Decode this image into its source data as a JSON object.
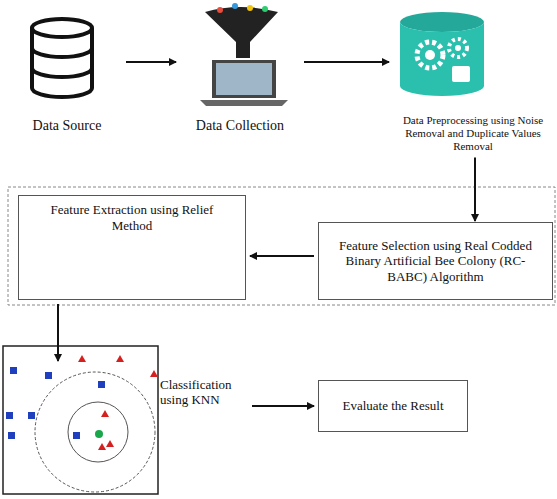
{
  "diagram": {
    "nodes": [
      {
        "text": [
          "Data Source"
        ]
      },
      {
        "text": [
          "Data Collection"
        ]
      },
      {
        "text": [
          "Data Preprocessing using Noise Removal and Duplicate Values Removal"
        ]
      },
      {
        "text": [
          "Feature Selection using Real Codded Binary Artificial Bee Colony (RC-BABC) Algorithm"
        ]
      },
      {
        "text": [
          "Feature Extraction using Relief Method"
        ]
      },
      {
        "text": [
          "Classification using KNN"
        ]
      },
      {
        "text": [
          "Evaluate the Result"
        ]
      }
    ],
    "edges": [
      {
        "from": 0,
        "to": 1,
        "arrow": "to"
      },
      {
        "from": 1,
        "to": 2,
        "arrow": "to"
      },
      {
        "from": 2,
        "to": 3,
        "arrow": "to"
      },
      {
        "from": 3,
        "to": 4,
        "arrow": "to"
      },
      {
        "from": 4,
        "to": 5,
        "arrow": "to"
      },
      {
        "from": 5,
        "to": 6,
        "arrow": "to"
      }
    ]
  }
}
